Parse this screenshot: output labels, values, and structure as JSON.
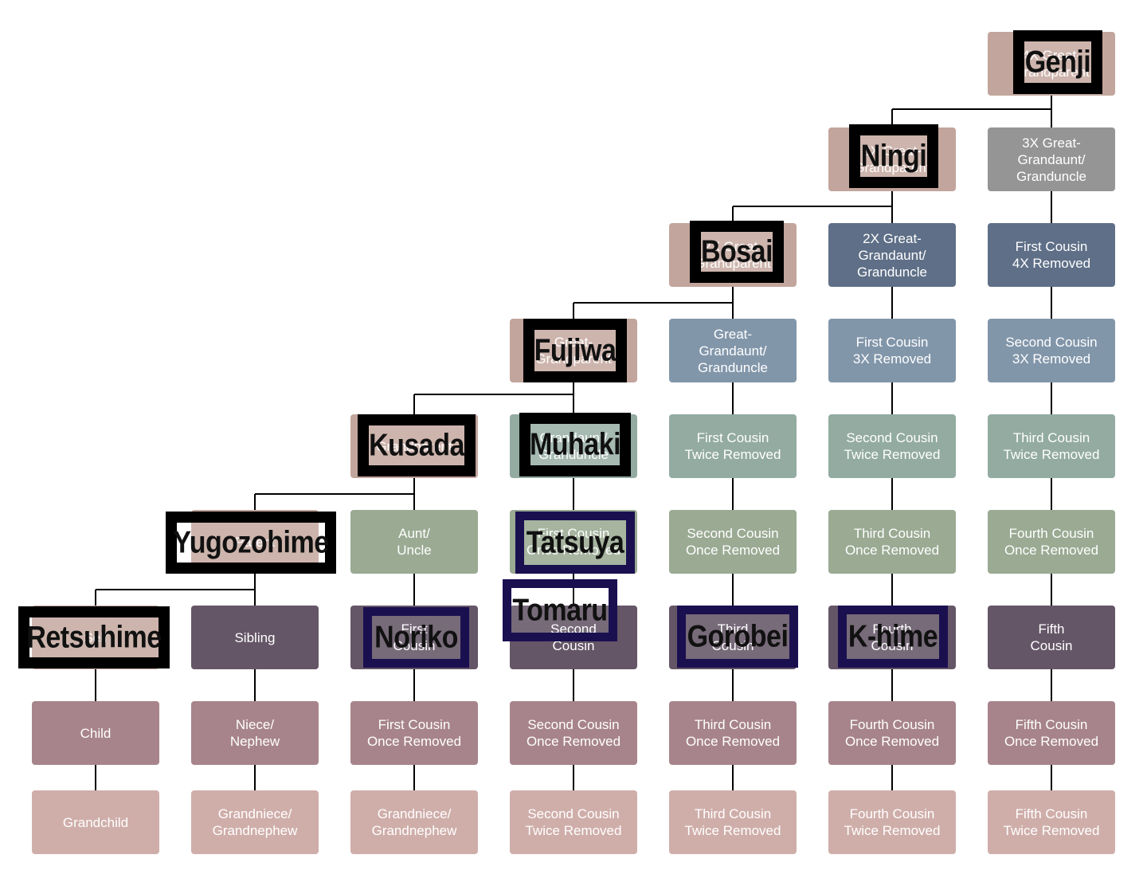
{
  "diagram": {
    "colors": {
      "line": "#000000",
      "ancestor": "#c2a59c",
      "gray": "#959595",
      "slate": "#5e6f87",
      "steel": "#8296aa",
      "sage_teal": "#93aba1",
      "sage_green": "#9aaa93",
      "plum": "#655667",
      "mauve": "#a7848b",
      "pink": "#cfaeaa",
      "tag_black": "#000000",
      "tag_navy": "#1a1050"
    },
    "nodes": [
      {
        "id": "g4",
        "label": "4X Great-\nGrandparent",
        "color": "ancestor"
      },
      {
        "id": "g3",
        "label": "3X Great-\nGrandparent",
        "color": "ancestor"
      },
      {
        "id": "g2",
        "label": "2X Great-\nGrandparent",
        "color": "ancestor"
      },
      {
        "id": "g1",
        "label": "Great-\nGrandparent",
        "color": "ancestor"
      },
      {
        "id": "gp",
        "label": "Grandparent",
        "color": "ancestor"
      },
      {
        "id": "p",
        "label": "Parent",
        "color": "ancestor"
      },
      {
        "id": "self",
        "label": "Self",
        "color": "ancestor"
      },
      {
        "id": "ggu3",
        "label": "3X Great-\nGrandaunt/\nGranduncle",
        "color": "gray"
      },
      {
        "id": "c1r4",
        "label": "First Cousin\n4X Removed",
        "color": "slate"
      },
      {
        "id": "c2r3",
        "label": "Second Cousin\n3X Removed",
        "color": "steel"
      },
      {
        "id": "c3r2",
        "label": "Third Cousin\nTwice Removed",
        "color": "sage_teal"
      },
      {
        "id": "c4r1",
        "label": "Fourth Cousin\nOnce Removed",
        "color": "sage_green"
      },
      {
        "id": "c5",
        "label": "Fifth\nCousin",
        "color": "plum"
      },
      {
        "id": "c5r1",
        "label": "Fifth Cousin\nOnce Removed",
        "color": "mauve"
      },
      {
        "id": "c5r2",
        "label": "Fifth Cousin\nTwice Removed",
        "color": "pink"
      },
      {
        "id": "ggu2",
        "label": "2X Great-\nGrandaunt/\nGranduncle",
        "color": "slate"
      },
      {
        "id": "c1r3",
        "label": "First Cousin\n3X Removed",
        "color": "steel"
      },
      {
        "id": "c2r2",
        "label": "Second Cousin\nTwice Removed",
        "color": "sage_teal"
      },
      {
        "id": "c3r1",
        "label": "Third Cousin\nOnce Removed",
        "color": "sage_green"
      },
      {
        "id": "c4",
        "label": "Fourth\nCousin",
        "color": "plum"
      },
      {
        "id": "c4r1b",
        "label": "Fourth Cousin\nOnce Removed",
        "color": "mauve"
      },
      {
        "id": "c4r2",
        "label": "Fourth Cousin\nTwice Removed",
        "color": "pink"
      },
      {
        "id": "ggu1",
        "label": "Great-\nGrandaunt/\nGranduncle",
        "color": "steel"
      },
      {
        "id": "c1r2",
        "label": "First Cousin\nTwice Removed",
        "color": "sage_teal"
      },
      {
        "id": "c2r1",
        "label": "Second Cousin\nOnce Removed",
        "color": "sage_green"
      },
      {
        "id": "c3",
        "label": "Third\nCousin",
        "color": "plum"
      },
      {
        "id": "c3r1b",
        "label": "Third Cousin\nOnce Removed",
        "color": "mauve"
      },
      {
        "id": "c3r2b",
        "label": "Third Cousin\nTwice Removed",
        "color": "pink"
      },
      {
        "id": "gu",
        "label": "Grandaunt/\nGranduncle",
        "color": "sage_teal"
      },
      {
        "id": "c1r1",
        "label": "First Cousin\nOnce Removed",
        "color": "sage_green"
      },
      {
        "id": "c2",
        "label": "Second\nCousin",
        "color": "plum"
      },
      {
        "id": "c2r1b",
        "label": "Second Cousin\nOnce Removed",
        "color": "mauve"
      },
      {
        "id": "c2r2b",
        "label": "Second Cousin\nTwice Removed",
        "color": "pink"
      },
      {
        "id": "au",
        "label": "Aunt/\nUncle",
        "color": "sage_green"
      },
      {
        "id": "c1",
        "label": "First\nCousin",
        "color": "plum"
      },
      {
        "id": "c1r1b",
        "label": "First Cousin\nOnce Removed",
        "color": "mauve"
      },
      {
        "id": "gn2",
        "label": "Grandniece/\nGrandnephew",
        "color": "pink"
      },
      {
        "id": "sib",
        "label": "Sibling",
        "color": "plum"
      },
      {
        "id": "nn",
        "label": "Niece/\nNephew",
        "color": "mauve"
      },
      {
        "id": "gn1",
        "label": "Grandniece/\nGrandnephew",
        "color": "pink"
      },
      {
        "id": "child",
        "label": "Child",
        "color": "mauve"
      },
      {
        "id": "gchild",
        "label": "Grandchild",
        "color": "pink"
      }
    ],
    "name_tags": [
      {
        "name": "Genji",
        "over": "g4",
        "style": "black"
      },
      {
        "name": "Ningi",
        "over": "g3",
        "style": "black"
      },
      {
        "name": "Bosai",
        "over": "g2",
        "style": "black"
      },
      {
        "name": "Fujiwa",
        "over": "g1",
        "style": "black"
      },
      {
        "name": "Kusada",
        "over": "gp",
        "style": "black"
      },
      {
        "name": "Muhaki",
        "over": "gu",
        "style": "black"
      },
      {
        "name": "Yugozohime",
        "over": "p",
        "style": "black"
      },
      {
        "name": "Tatsuya",
        "over": "c1r1",
        "style": "navy"
      },
      {
        "name": "Tomaru",
        "over": "c2",
        "style": "navy"
      },
      {
        "name": "Retsuhime",
        "over": "self",
        "style": "black"
      },
      {
        "name": "Noriko",
        "over": "c1",
        "style": "navy"
      },
      {
        "name": "Gorobei",
        "over": "c3",
        "style": "navy"
      },
      {
        "name": "K-hime",
        "over": "c4",
        "style": "navy"
      }
    ]
  }
}
